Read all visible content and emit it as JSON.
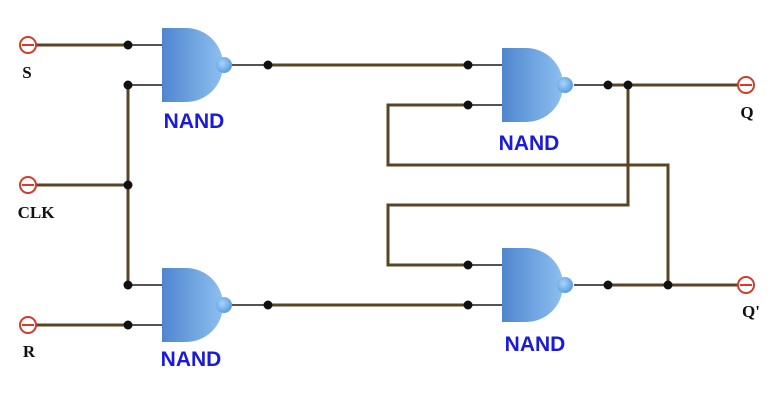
{
  "inputs": {
    "s": "S",
    "clk": "CLK",
    "r": "R"
  },
  "outputs": {
    "q": "Q",
    "q_bar": "Q'"
  },
  "gates": {
    "gate1": "NAND",
    "gate2": "NAND",
    "gate3": "NAND",
    "gate4": "NAND"
  },
  "colors": {
    "wire": "#5a4426",
    "gate_fill": "#6fa9e6",
    "gate_label": "#1a1adc",
    "terminal_ring": "#d63a2a"
  }
}
